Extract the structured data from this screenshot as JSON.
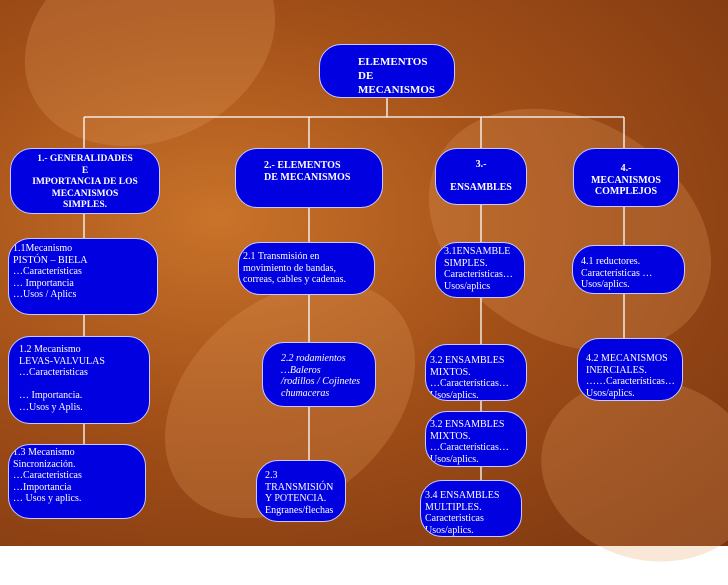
{
  "diagram": {
    "root": "ELEMENTOS\n        DE\nMECANISMOS",
    "categories": [
      {
        "label": "1.- GENERALIDADES\nE\nIMPORTANCIA DE LOS\nMECANISMOS\nSIMPLES."
      },
      {
        "label": "2.-  ELEMENTOS\n  DE MECANISMOS"
      },
      {
        "label": "3.-\n\nENSAMBLES"
      },
      {
        "label": "4.-\nMECANISMOS\nCOMPLEJOS"
      }
    ],
    "col1": [
      "   1.1Mecanismo\nPISTÓN – BIELA\n…Características\n… Importancia\n…Usos / Aplics",
      "1.2 Mecanismo\nLEVAS-VALVULAS\n…Caracteristicas\n\n…      Importancia.\n  …Usos y Aplis.",
      "  1.3 Mecanismo\nSincronización.\n…Caracteristicas\n…Importancia\n… Usos y aplics."
    ],
    "col2": [
      "2.1 Transmisión  en\nmovimiento de bandas,\ncorreas, cables y cadenas.",
      "2.2 rodamientos\n…Baleros\n/rodillos / Cojinetes\nchumaceras",
      "2.3\nTRANSMISIÓN\nY POTENCIA.\nEngranes/flechas"
    ],
    "col3": [
      "3.1ENSAMBLE\nSIMPLES.\nCaracterísticas…\nUsos/aplics",
      " 3.2 ENSAMBLES\nMIXTOS.\n…Características…\n  Usos/aplics.",
      "3.2 ENSAMBLES\nMIXTOS.\n…Características…\n  Usos/aplics.",
      " 3.4 ENSAMBLES\nMULTIPLES.\nCaracteristicas\n     Usos/aplics."
    ],
    "col4": [
      "4.1 reductores.\nCaracterísticas      …\nUsos/aplics.",
      "4.2 MECANISMOS\nINERCIALES.\n……Características…\n  Usos/aplics."
    ]
  },
  "colors": {
    "node_fill": "#0000e0",
    "line": "#ffffff",
    "background": "#a24f18"
  }
}
